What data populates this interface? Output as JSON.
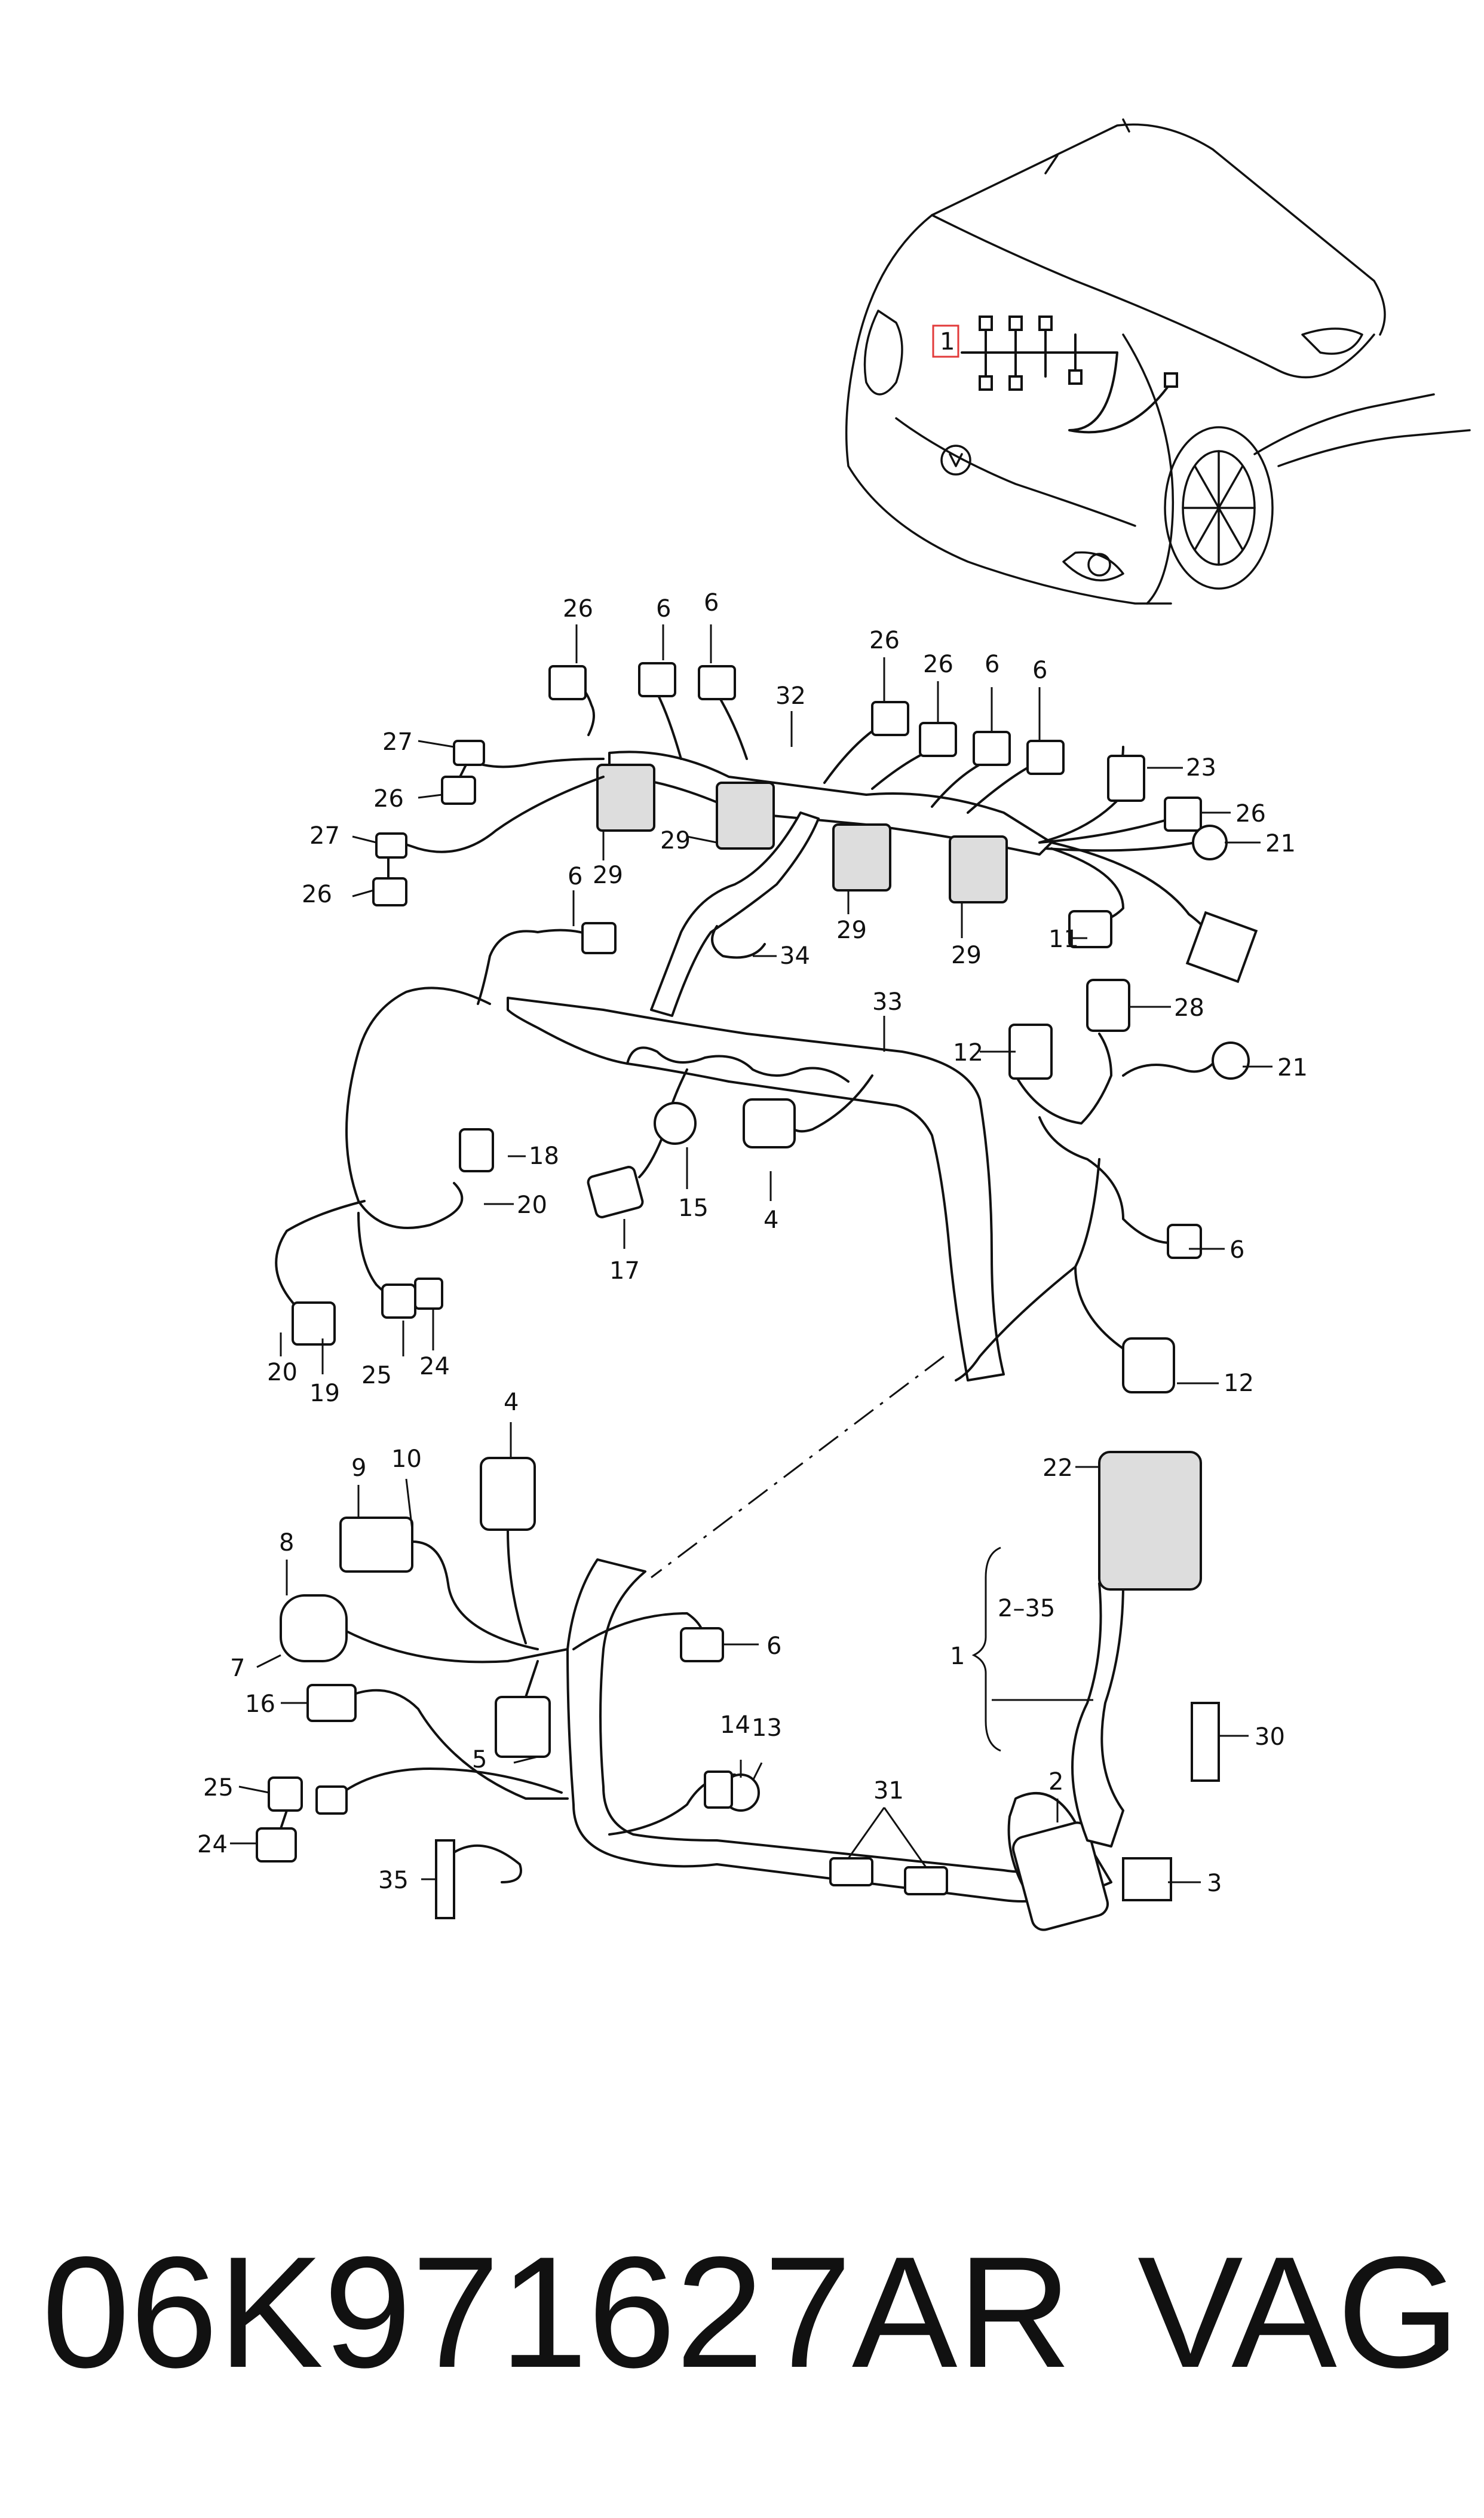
{
  "inset": {
    "marker": "1"
  },
  "callouts": [
    {
      "id": "c26a",
      "text": "26"
    },
    {
      "id": "c6a",
      "text": "6"
    },
    {
      "id": "c6b",
      "text": "6"
    },
    {
      "id": "c32",
      "text": "32"
    },
    {
      "id": "c26b",
      "text": "26"
    },
    {
      "id": "c26c",
      "text": "26"
    },
    {
      "id": "c6c",
      "text": "6"
    },
    {
      "id": "c6d",
      "text": "6"
    },
    {
      "id": "c27a",
      "text": "27"
    },
    {
      "id": "c26d",
      "text": "26"
    },
    {
      "id": "c27b",
      "text": "27"
    },
    {
      "id": "c26e",
      "text": "26"
    },
    {
      "id": "c29a",
      "text": "29"
    },
    {
      "id": "c29b",
      "text": "29"
    },
    {
      "id": "c29c",
      "text": "29"
    },
    {
      "id": "c29d",
      "text": "29"
    },
    {
      "id": "c23",
      "text": "23"
    },
    {
      "id": "c26f",
      "text": "26"
    },
    {
      "id": "c21a",
      "text": "21"
    },
    {
      "id": "c11",
      "text": "11"
    },
    {
      "id": "c6e",
      "text": "6"
    },
    {
      "id": "c34",
      "text": "34"
    },
    {
      "id": "c33",
      "text": "33"
    },
    {
      "id": "c28",
      "text": "28"
    },
    {
      "id": "c12a",
      "text": "12"
    },
    {
      "id": "c21b",
      "text": "21"
    },
    {
      "id": "c18",
      "text": "18"
    },
    {
      "id": "c20a",
      "text": "20"
    },
    {
      "id": "c15",
      "text": "15"
    },
    {
      "id": "c4a",
      "text": "4"
    },
    {
      "id": "c6f",
      "text": "6"
    },
    {
      "id": "c17",
      "text": "17"
    },
    {
      "id": "c20b",
      "text": "20"
    },
    {
      "id": "c19",
      "text": "19"
    },
    {
      "id": "c25a",
      "text": "25"
    },
    {
      "id": "c24a",
      "text": "24"
    },
    {
      "id": "c12b",
      "text": "12"
    },
    {
      "id": "c4b",
      "text": "4"
    },
    {
      "id": "c9",
      "text": "9"
    },
    {
      "id": "c10",
      "text": "10"
    },
    {
      "id": "c22",
      "text": "22"
    },
    {
      "id": "c8",
      "text": "8"
    },
    {
      "id": "c2-35",
      "text": "2–35"
    },
    {
      "id": "c7",
      "text": "7"
    },
    {
      "id": "c6g",
      "text": "6"
    },
    {
      "id": "c1",
      "text": "1"
    },
    {
      "id": "c16",
      "text": "16"
    },
    {
      "id": "c5",
      "text": "5"
    },
    {
      "id": "c30",
      "text": "30"
    },
    {
      "id": "c14",
      "text": "14"
    },
    {
      "id": "c13",
      "text": "13"
    },
    {
      "id": "c25b",
      "text": "25"
    },
    {
      "id": "c31",
      "text": "31"
    },
    {
      "id": "c2",
      "text": "2"
    },
    {
      "id": "c24b",
      "text": "24"
    },
    {
      "id": "c35",
      "text": "35"
    },
    {
      "id": "c3",
      "text": "3"
    }
  ],
  "footer": {
    "part_number": "06K971627AR",
    "brand": "VAG"
  }
}
